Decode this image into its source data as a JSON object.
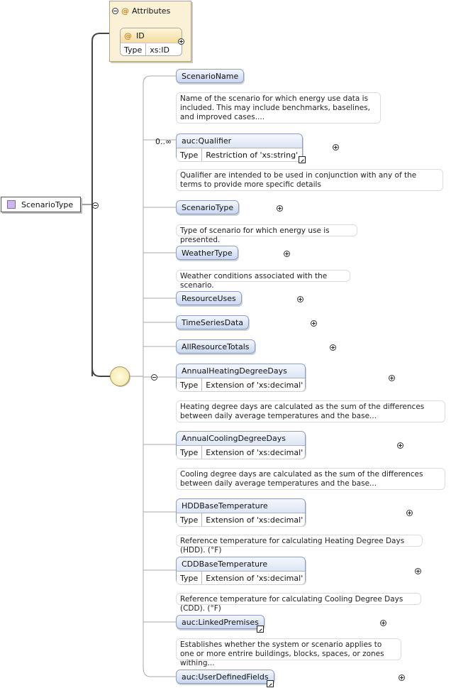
{
  "attributes_group": {
    "label": "Attributes",
    "attribute": {
      "name": "ID",
      "type_label": "Type",
      "type_value": "xs:ID"
    }
  },
  "root": {
    "label": "ScenarioType"
  },
  "elements": [
    {
      "name": "ScenarioName",
      "doc": "Name of the scenario for which energy use data is included. This may include benchmarks, baselines, and improved cases...."
    },
    {
      "name": "auc:Qualifier",
      "cardinality": "0..∞",
      "type_label": "Type",
      "type_value": "Restriction of 'xs:string'",
      "doc": "Qualifier are intended to be used in conjunction with any of the terms to provide more specific details"
    },
    {
      "name": "ScenarioType",
      "doc": "Type of scenario for which energy use is presented."
    },
    {
      "name": "WeatherType",
      "doc": "Weather conditions associated with the scenario."
    },
    {
      "name": "ResourceUses"
    },
    {
      "name": "TimeSeriesData"
    },
    {
      "name": "AllResourceTotals"
    },
    {
      "name": "AnnualHeatingDegreeDays",
      "type_label": "Type",
      "type_value": "Extension of 'xs:decimal'",
      "doc": "Heating degree days are calculated as the sum of the differences between daily average temperatures and the base..."
    },
    {
      "name": "AnnualCoolingDegreeDays",
      "type_label": "Type",
      "type_value": "Extension of 'xs:decimal'",
      "doc": "Cooling degree days are calculated as the sum of the differences between daily average temperatures and the base..."
    },
    {
      "name": "HDDBaseTemperature",
      "type_label": "Type",
      "type_value": "Extension of 'xs:decimal'",
      "doc": "Reference temperature for calculating Heating Degree Days (HDD). (°F)"
    },
    {
      "name": "CDDBaseTemperature",
      "type_label": "Type",
      "type_value": "Extension of 'xs:decimal'",
      "doc": "Reference temperature for calculating Cooling Degree Days (CDD). (°F)"
    },
    {
      "name": "auc:LinkedPremises",
      "doc": "Establishes whether the system or scenario applies to one or more entrire buildings, blocks, spaces, or zones withing..."
    },
    {
      "name": "auc:UserDefinedFields"
    }
  ]
}
